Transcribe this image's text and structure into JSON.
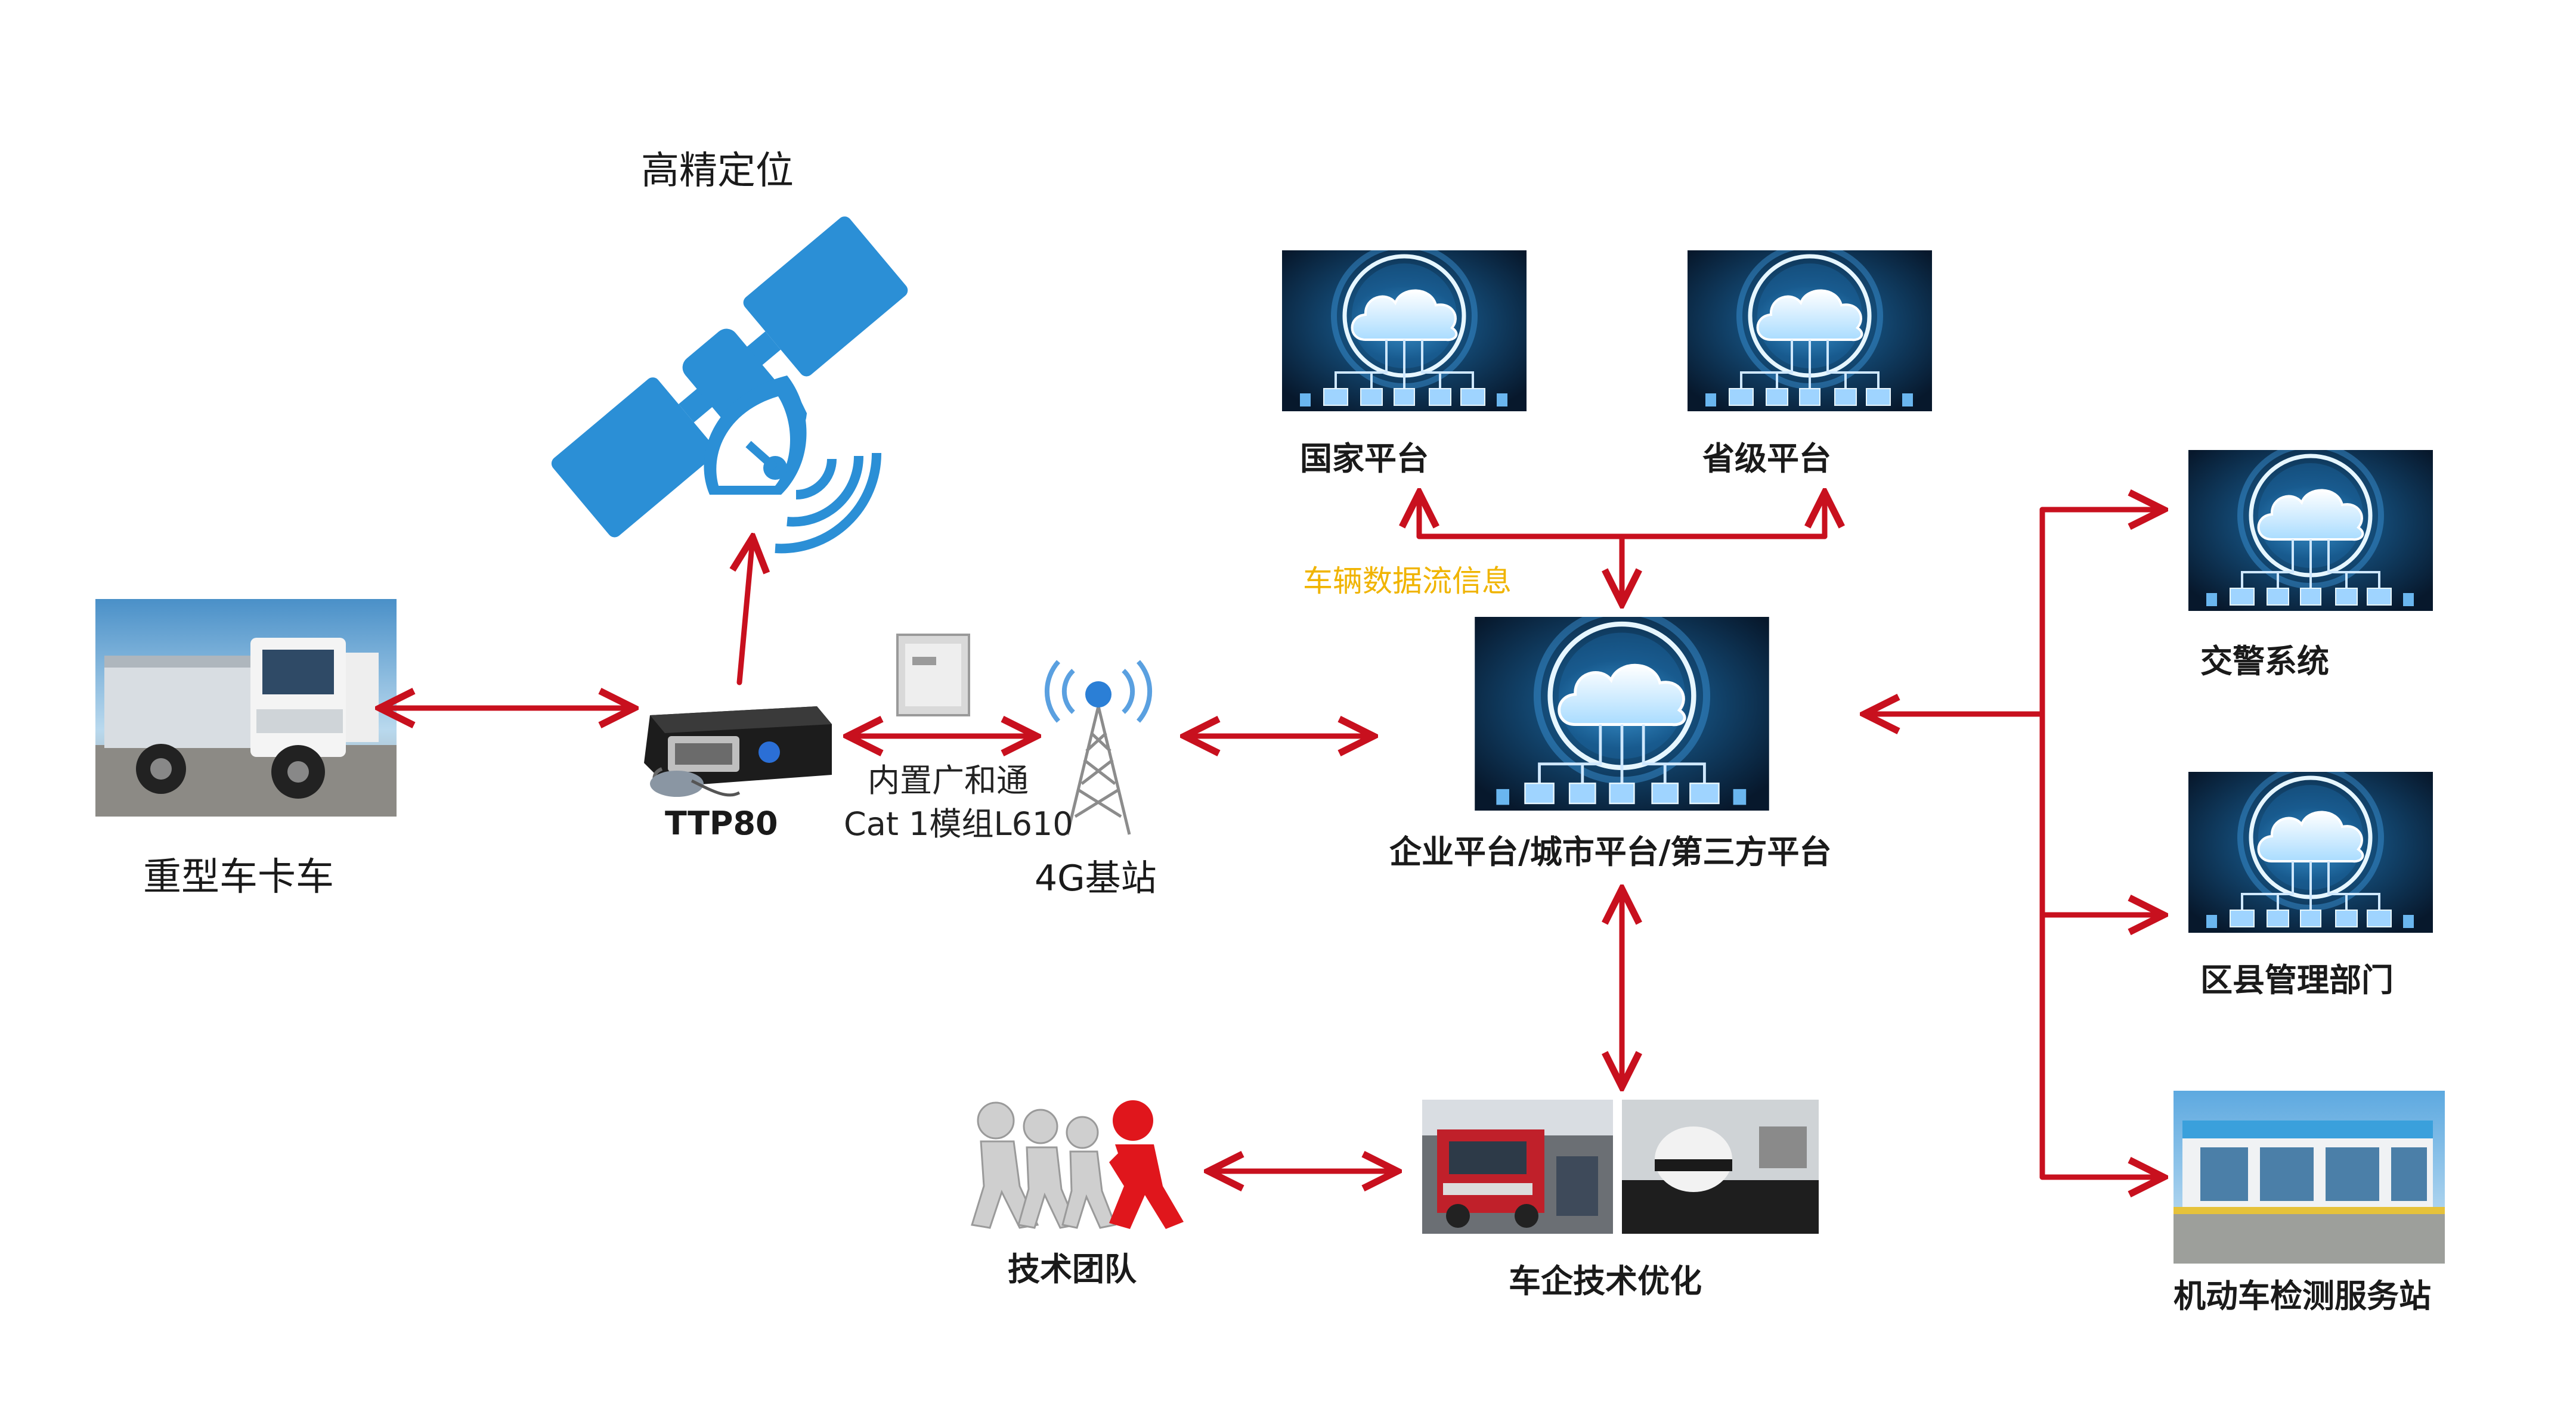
{
  "nodes": {
    "satellite": {
      "label": "高精定位"
    },
    "truck": {
      "label": "重型车卡车"
    },
    "device": {
      "label": "TTP80"
    },
    "module": {
      "label_line1": "内置广和通",
      "label_line2": "Cat 1模组L610"
    },
    "tower": {
      "label": "4G基站"
    },
    "national": {
      "label": "国家平台"
    },
    "provincial": {
      "label": "省级平台"
    },
    "enterprise": {
      "label": "企业平台/城市平台/第三方平台"
    },
    "traffic_police": {
      "label": "交警系统"
    },
    "district": {
      "label": "区县管理部门"
    },
    "inspection_station": {
      "label": "机动车检测服务站"
    },
    "tech_team": {
      "label": "技术团队"
    },
    "oem_optimization": {
      "label": "车企技术优化"
    }
  },
  "annotations": {
    "data_flow": "车辆数据流信息"
  },
  "colors": {
    "arrow": "#c8101e",
    "satellite_blue": "#2b8fd6",
    "annotation_yellow": "#f0b400",
    "cloud_bg_dark": "#0d2a4a"
  }
}
